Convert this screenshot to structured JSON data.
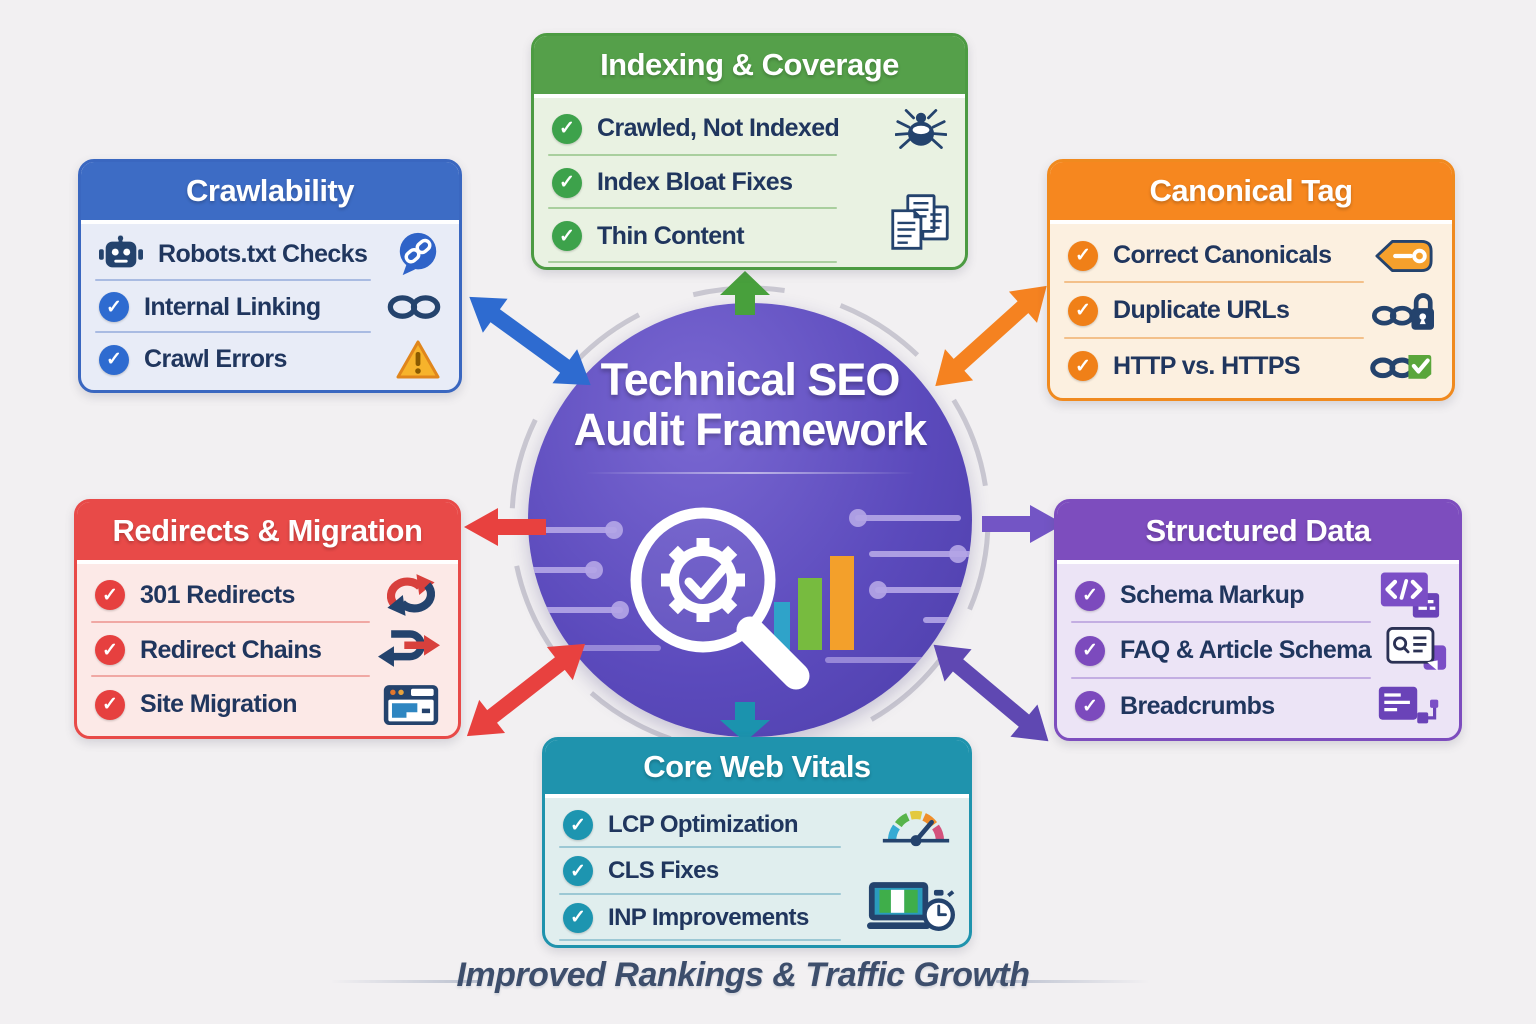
{
  "center": {
    "title_line1": "Technical SEO",
    "title_line2": "Audit Framework",
    "icon": "magnifier-gear-chart-icon"
  },
  "footer": {
    "text": "Improved Rankings & Traffic Growth"
  },
  "panels": {
    "crawlability": {
      "title": "Crawlability",
      "accent": "#3d6cc5",
      "items": [
        {
          "label": "Robots.txt Checks",
          "icon": "robot-icon",
          "right_icon": "link-bubble-icon"
        },
        {
          "label": "Internal Linking",
          "icon": "check-circle-icon",
          "right_icon": "chain-link-icon"
        },
        {
          "label": "Crawl Errors",
          "icon": "check-circle-icon",
          "right_icon": "warning-triangle-icon"
        }
      ]
    },
    "indexing": {
      "title": "Indexing & Coverage",
      "accent": "#55a04a",
      "items": [
        {
          "label": "Crawled, Not Indexed",
          "icon": "check-circle-icon",
          "right_icon": "crawler-bug-icon"
        },
        {
          "label": "Index Bloat Fixes",
          "icon": "check-circle-icon",
          "right_icon": "documents-icon"
        },
        {
          "label": "Thin Content",
          "icon": "check-circle-icon"
        }
      ]
    },
    "canonical": {
      "title": "Canonical Tag",
      "accent": "#f6871f",
      "items": [
        {
          "label": "Correct Canonicals",
          "icon": "check-circle-icon",
          "right_icon": "canonical-tag-icon"
        },
        {
          "label": "Duplicate URLs",
          "icon": "check-circle-icon",
          "right_icon": "link-lock-icon"
        },
        {
          "label": "HTTP vs. HTTPS",
          "icon": "check-circle-icon",
          "right_icon": "link-https-icon"
        }
      ]
    },
    "redirects": {
      "title": "Redirects & Migration",
      "accent": "#e84a48",
      "items": [
        {
          "label": "301 Redirects",
          "icon": "check-circle-icon",
          "right_icon": "loop-arrows-icon"
        },
        {
          "label": "Redirect Chains",
          "icon": "check-circle-icon",
          "right_icon": "chain-arrows-icon"
        },
        {
          "label": "Site Migration",
          "icon": "check-circle-icon",
          "right_icon": "browser-icon"
        }
      ]
    },
    "structured": {
      "title": "Structured Data",
      "accent": "#7d4dbe",
      "items": [
        {
          "label": "Schema Markup",
          "icon": "check-circle-icon",
          "right_icon": "code-card-icon"
        },
        {
          "label": "FAQ & Article Schema",
          "icon": "check-circle-icon",
          "right_icon": "faq-card-icon"
        },
        {
          "label": "Breadcrumbs",
          "icon": "check-circle-icon",
          "right_icon": "breadcrumb-card-icon"
        }
      ]
    },
    "corewebvitals": {
      "title": "Core Web Vitals",
      "accent": "#1f93ad",
      "items": [
        {
          "label": "LCP Optimization",
          "icon": "check-circle-icon",
          "right_icon": "speedometer-icon"
        },
        {
          "label": "CLS Fixes",
          "icon": "check-circle-icon",
          "right_icon": "laptop-stopwatch-icon"
        },
        {
          "label": "INP Improvements",
          "icon": "check-circle-icon"
        }
      ]
    }
  },
  "colors": {
    "background": "#f2f0f2",
    "hub_purple": "#5b4abc",
    "arrow_blue": "#2e6bd0",
    "arrow_green": "#48a03c",
    "arrow_orange": "#f58220",
    "arrow_red": "#e8413f",
    "arrow_purple": "#5f48b2",
    "arrow_purple_light": "#7355c5",
    "arrow_teal": "#1b93ae",
    "footer_text": "#3d4e6c"
  }
}
